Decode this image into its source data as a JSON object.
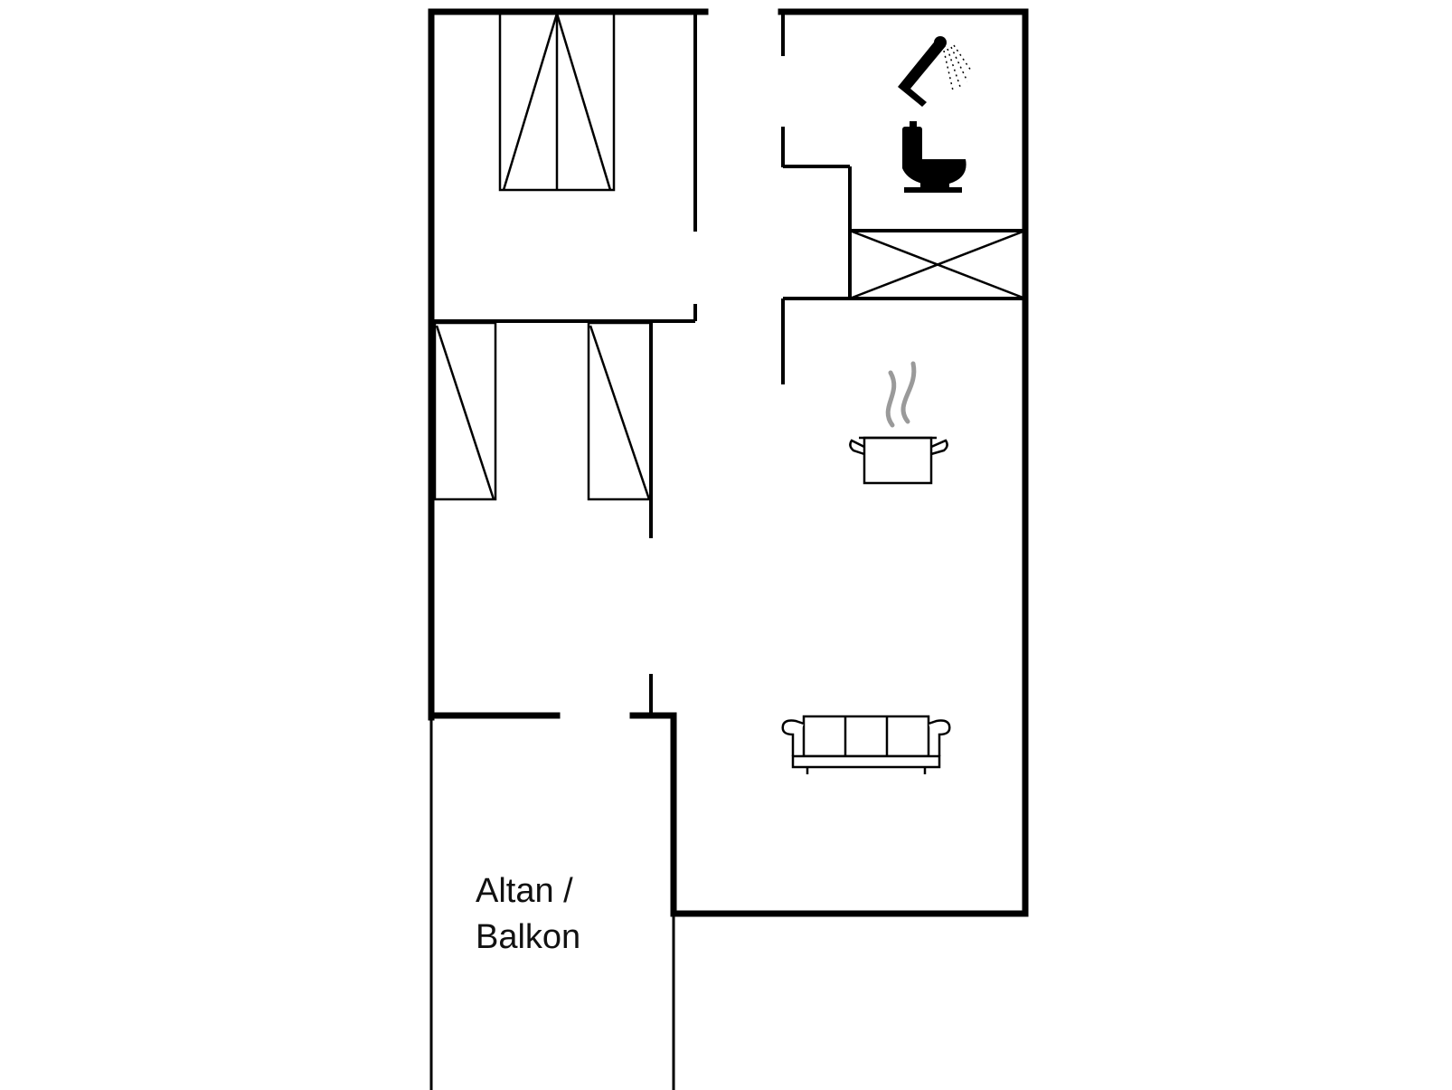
{
  "floorplan": {
    "balcony_label_line1": "Altan /",
    "balcony_label_line2": "Balkon"
  },
  "rooms": [
    {
      "id": "bedroom-1",
      "furniture": "double-bed"
    },
    {
      "id": "bedroom-2",
      "furniture": "single-beds"
    },
    {
      "id": "bathroom",
      "fixtures": [
        "shower-icon",
        "toilet-icon"
      ]
    },
    {
      "id": "kitchen-living",
      "fixtures": [
        "cooking-pot-icon",
        "sofa-icon"
      ]
    },
    {
      "id": "balcony"
    }
  ],
  "colors": {
    "wall": "#000000",
    "steam": "#9a9a9a",
    "background": "#ffffff"
  }
}
